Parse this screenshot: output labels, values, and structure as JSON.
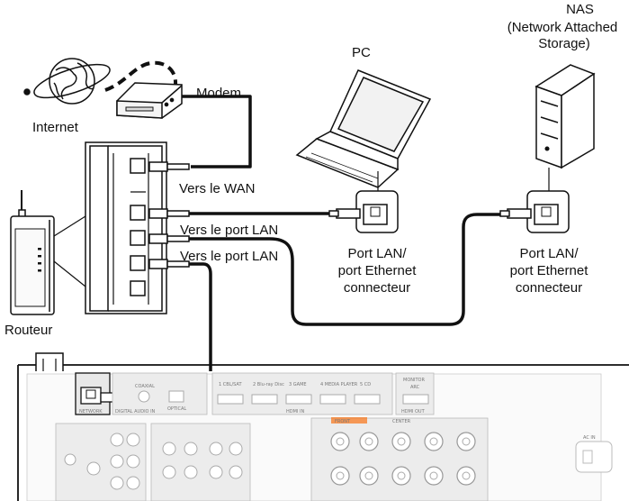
{
  "labels": {
    "nas_title": "NAS",
    "nas_desc_1": "(Network Attached",
    "nas_desc_2": "Storage)",
    "pc": "PC",
    "modem": "Modem",
    "internet": "Internet",
    "routeur": "Routeur",
    "vers_wan": "Vers le WAN",
    "vers_lan_1": "Vers le port LAN",
    "vers_lan_2": "Vers le port LAN",
    "pc_port_1": "Port LAN/",
    "pc_port_2": "port Ethernet",
    "pc_port_3": "connecteur",
    "nas_port_1": "Port LAN/",
    "nas_port_2": "port Ethernet",
    "nas_port_3": "connecteur"
  },
  "receiver_panel": {
    "network": "NETWORK",
    "digital_audio_in": "DIGITAL AUDIO IN",
    "coaxial": "COAXIAL",
    "optical": "OPTICAL",
    "hdmi_in": "HDMI IN",
    "hdmi_out": "HDMI OUT",
    "monitor": "MONITOR",
    "arc": "ARC",
    "hdmi_inputs": [
      "1 CBL/SAT",
      "2 Blu-ray Disc",
      "3 GAME",
      "4 MEDIA PLAYER",
      "5 CD"
    ],
    "front": "FRONT",
    "center": "CENTER",
    "ac_in": "AC IN"
  },
  "colors": {
    "line": "#111111",
    "panel_fill": "#dcdcdc",
    "highlight": "#f97316"
  }
}
